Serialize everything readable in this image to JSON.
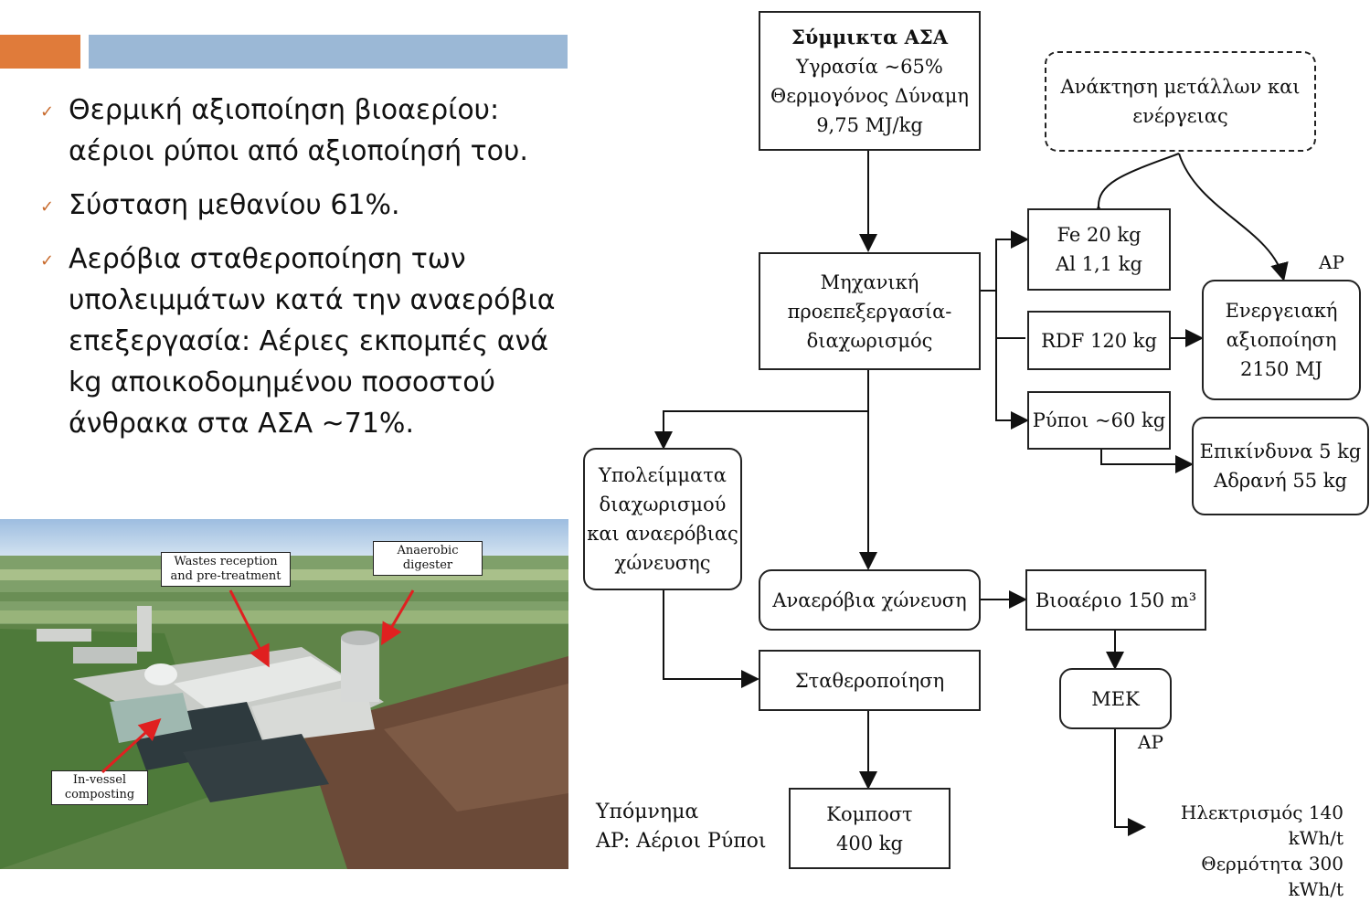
{
  "bullets": [
    "Θερμική αξιοποίηση βιοαερίου: αέριοι ρύποι από αξιοποίησή του.",
    "Σύσταση μεθανίου 61%.",
    "Αερόβια σταθεροποίηση των υπολειμμάτων κατά την αναερόβια επεξεργασία: Αέριες εκπομπές ανά kg αποικοδομημένου ποσοστού άνθρακα στα ΑΣΑ ~71%."
  ],
  "photo": {
    "callouts": {
      "reception": [
        "Wastes reception",
        "and pre-treatment"
      ],
      "digester": [
        "Anaerobic",
        "digester"
      ],
      "composting": [
        "In-vessel",
        "composting"
      ]
    }
  },
  "diagram": {
    "input": {
      "title": "Σύμμικτα ΑΣΑ",
      "lines": [
        "Υγρασία ~65%",
        "Θερμογόνος Δύναμη",
        "9,75 MJ/kg"
      ]
    },
    "recovery": [
      "Ανάκτηση μετάλλων και",
      "ενέργειας"
    ],
    "mechanical": [
      "Μηχανική",
      "προεπεξεργασία-",
      "διαχωρισμός"
    ],
    "metals": [
      "Fe    20 kg",
      "Al    1,1 kg"
    ],
    "rdf": "RDF 120 kg",
    "pollutants": "Ρύποι ~60 kg",
    "energy": [
      "Ενεργειακή",
      "αξιοποίηση",
      "2150 MJ"
    ],
    "hazardous": [
      "Επικίνδυνα 5 kg",
      "Αδρανή 55 kg"
    ],
    "residues": [
      "Υπολείμματα",
      "διαχωρισμού",
      "και αναερόβιας",
      "χώνευσης"
    ],
    "anaerobic": "Αναερόβια χώνευση",
    "biogas": "Βιοαέριο 150 m³",
    "stabilization": "Σταθεροποίηση",
    "mek": "ΜΕΚ",
    "compost": [
      "Κομποστ",
      "400 kg"
    ],
    "ap_label": "AP",
    "legend": [
      "Υπόμνημα",
      "AP: Αέριοι Ρύποι"
    ],
    "outputs": [
      "Ηλεκτρισμός 140 kWh/t",
      "Θερμότητα 300 kWh/t"
    ]
  }
}
